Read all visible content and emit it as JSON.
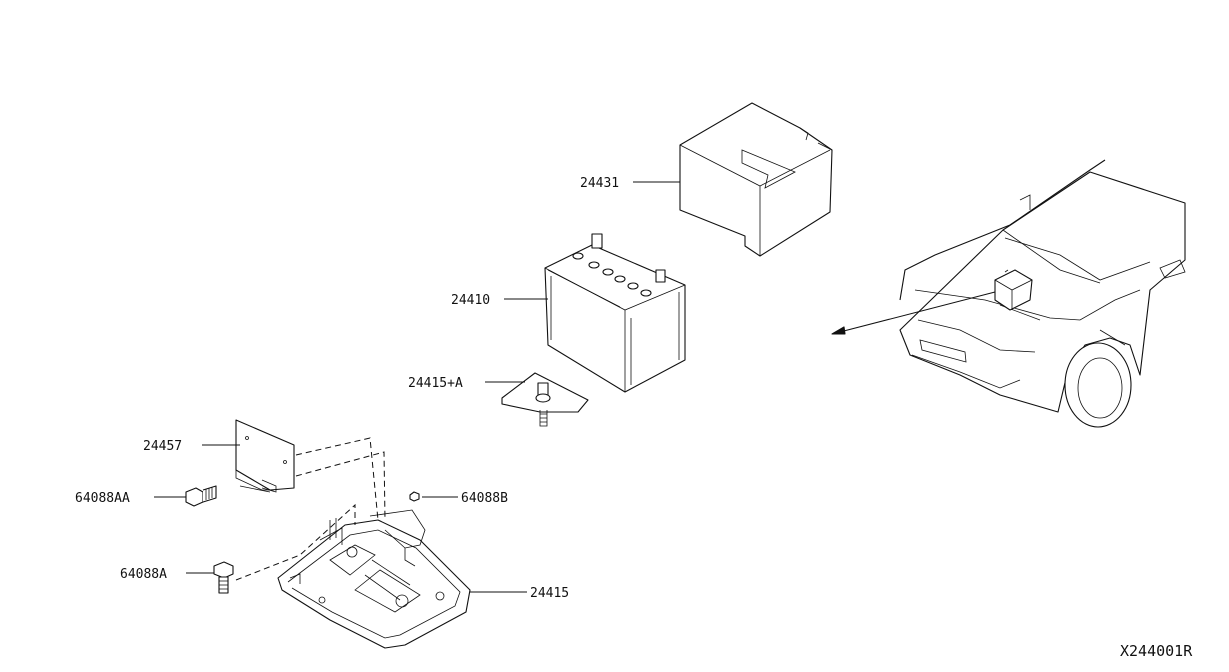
{
  "diagram": {
    "id": "X244001R",
    "callouts": [
      {
        "part": "24431"
      },
      {
        "part": "24410"
      },
      {
        "part": "24415+A"
      },
      {
        "part": "24457"
      },
      {
        "part": "64088AA"
      },
      {
        "part": "64088B"
      },
      {
        "part": "64088A"
      },
      {
        "part": "24415"
      }
    ]
  }
}
